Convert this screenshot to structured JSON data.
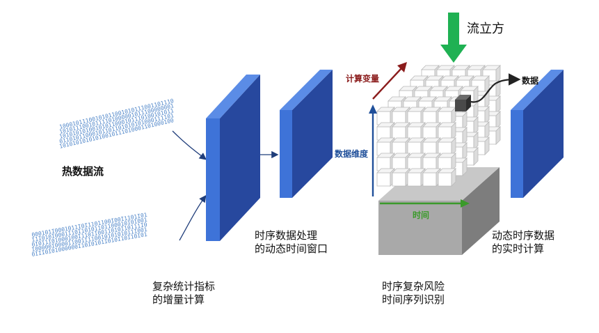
{
  "labels": {
    "stream_cube": "流立方",
    "hot_data_stream": "热数据流",
    "compute_variable": "计算变量",
    "data_dimension": "数据维度",
    "time_axis": "时间",
    "data_out": "数据",
    "complex_metrics_line1": "复杂统计指标",
    "complex_metrics_line2": "的增量计算",
    "window_line1": "时序数据处理",
    "window_line2": "的动态时间窗口",
    "risk_line1": "时序复杂风险",
    "risk_line2": "时间序列识别",
    "realtime_line1": "动态时序数据",
    "realtime_line2": "的实时计算"
  },
  "binary_streams": {
    "upper": [
      "10001011100101011001010111001101110",
      "10101110010111101000001011100000001",
      "10101010100101011000101110100101011",
      "01101011000101101101010101000111101",
      "10101010101010010111010001101000100"
    ],
    "lower": [
      "000101I0001011I0I1101100I00I1101I01",
      "I1I010I0001I10I10101101100010I0I001",
      "0I0I1I01000100I1101I0011010I10111I0",
      "I00000I0000I1001I11001010101011I001",
      "0III0I01000000I10I0101I010I10I10I01"
    ]
  },
  "colors": {
    "panel_front": "#3e73d8",
    "panel_side": "#27489e",
    "panel_top": "#5b8ce6",
    "binary": "#4f86c9",
    "arrow_green": "#1fb153",
    "arrow_red": "#8b1c1c",
    "arrow_blue": "#1f4f9a",
    "time_green": "#3a9a2a",
    "dark_cube": "#555555",
    "base_front": "#a9a9a9",
    "base_side": "#7d7d7d",
    "cube_edge": "#b9b9b9",
    "connector": "#1f3d7a"
  }
}
